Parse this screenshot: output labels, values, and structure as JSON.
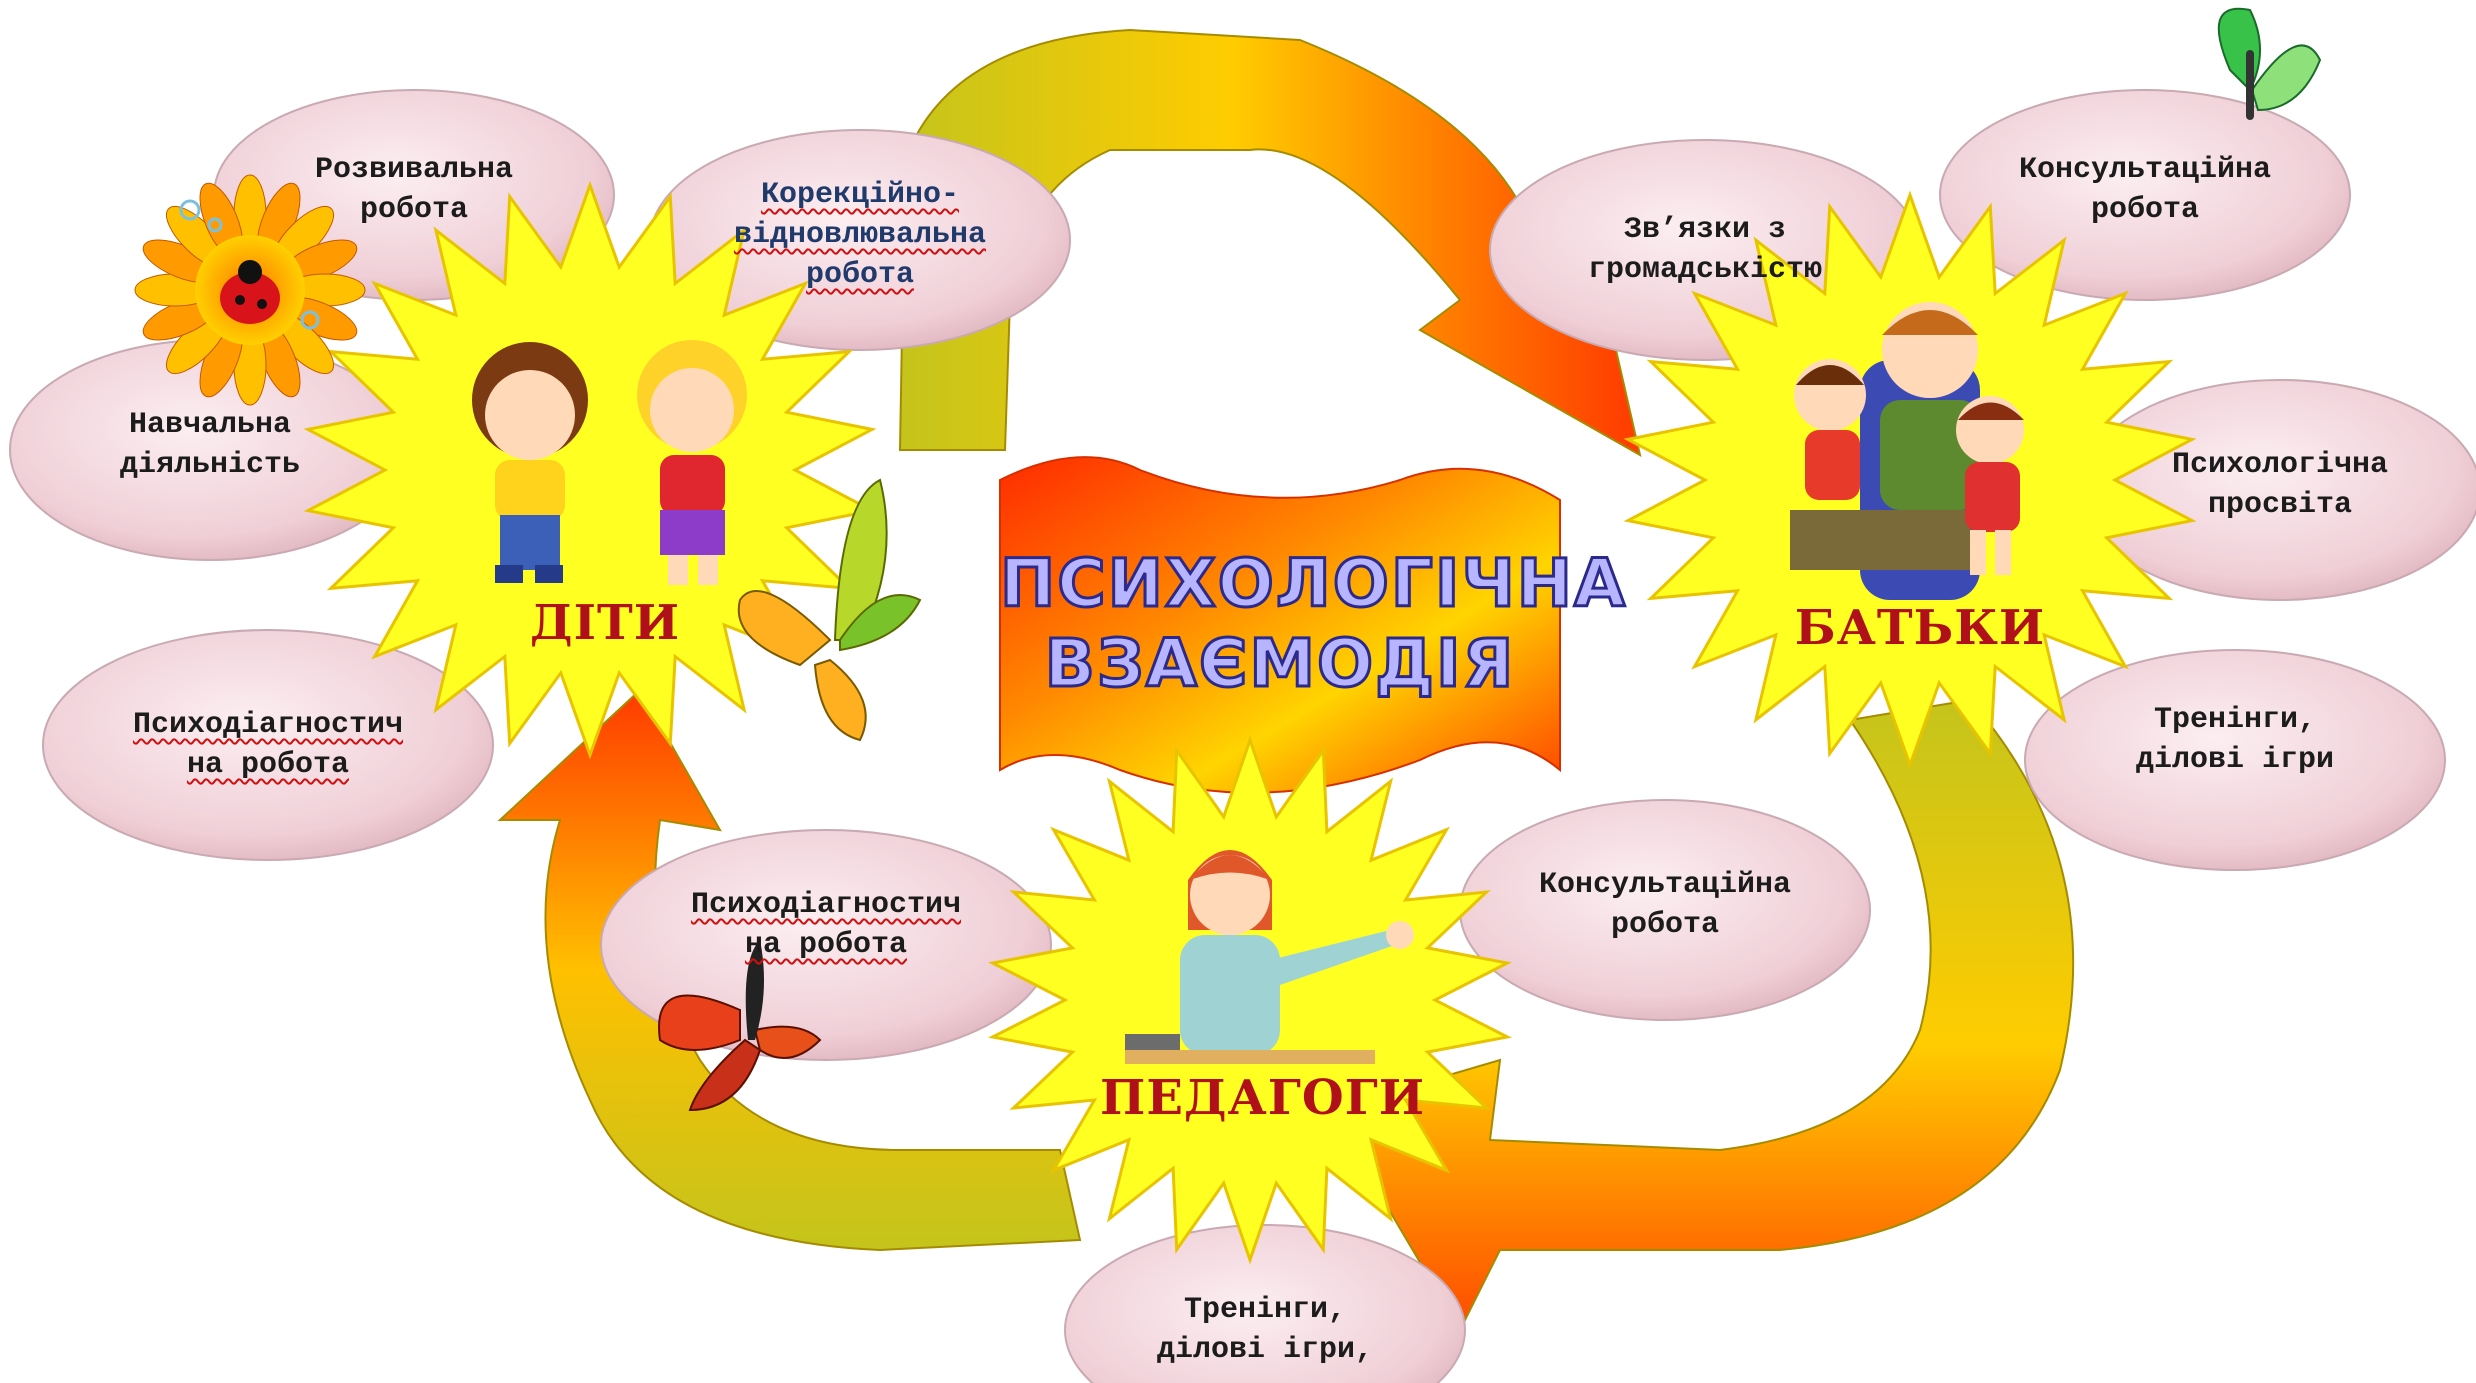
{
  "title": {
    "line1": "ПСИХОЛОГІЧНА",
    "line2": "ВЗАЄМОДІЯ"
  },
  "hubs": {
    "children": "ДІТИ",
    "parents": "БАТЬКИ",
    "teachers": "ПЕДАГОГИ"
  },
  "bubbles": {
    "developmental_work": "Розвивальна\nробота",
    "correctional_work": "Корекційно-\nвідновлювальна\nробота",
    "learning_activity": "Навчальна\nдіяльність",
    "psychodiagnostic_children": "Психодіагностич\nна робота",
    "community_links": "Зв’язки з\nгромадськістю",
    "consulting_parents": "Консультаційна\nробота",
    "psych_education": "Психологічна\nпросвіта",
    "trainings_parents": "Тренінги,\nділові ігри",
    "psychodiagnostic_teachers": "Психодіагностич\nна робота",
    "consulting_teachers": "Консультаційна\nробота",
    "trainings_teachers": "Тренінги,\nділові ігри,"
  },
  "colors": {
    "bubble_fill": "#f2d3da",
    "bubble_stroke": "#c9a9b2",
    "star_fill": "#ffff22",
    "star_stroke": "#e8c400",
    "hub_label": "#b0101a",
    "arrow_orange": "#ff8c00",
    "arrow_olive": "#b7b417",
    "banner_red": "#ff3a00",
    "banner_yellow": "#ffd000",
    "title_text": "#2b2a8c"
  },
  "icons": [
    "butterfly-icon",
    "ladybug-flower-icon",
    "children-illustration",
    "family-illustration",
    "teacher-illustration"
  ]
}
